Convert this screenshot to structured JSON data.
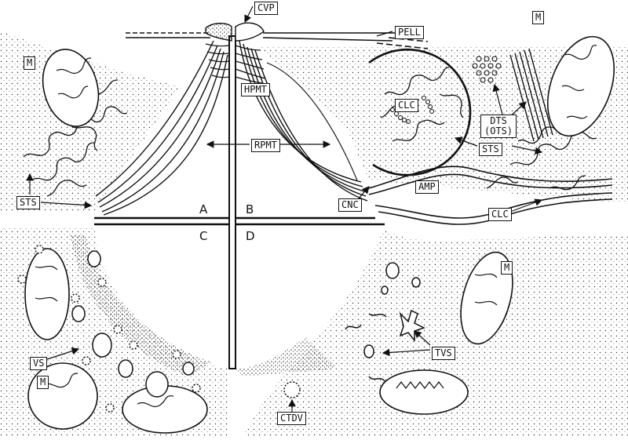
{
  "labels": {
    "cvp": "CVP",
    "pell": "PELL",
    "m_tr": "M",
    "m_tl": "M",
    "m_mr": "M",
    "m_bl": "M",
    "hpmt": "HPMT",
    "clc_circle": "CLC",
    "dts": "DTS",
    "ots": "(OTS)",
    "rpmt": "RPMT",
    "sts_mid": "STS",
    "sts_left": "STS",
    "amp": "AMP",
    "cnc": "CNC",
    "clc_right": "CLC",
    "vs": "VS",
    "tvs": "TVS",
    "ctdv": "CTDV"
  },
  "quadrants": {
    "a": "A",
    "b": "B",
    "c": "C",
    "d": "D"
  },
  "colors": {
    "ink": "#111111",
    "paper": "#ffffff"
  }
}
